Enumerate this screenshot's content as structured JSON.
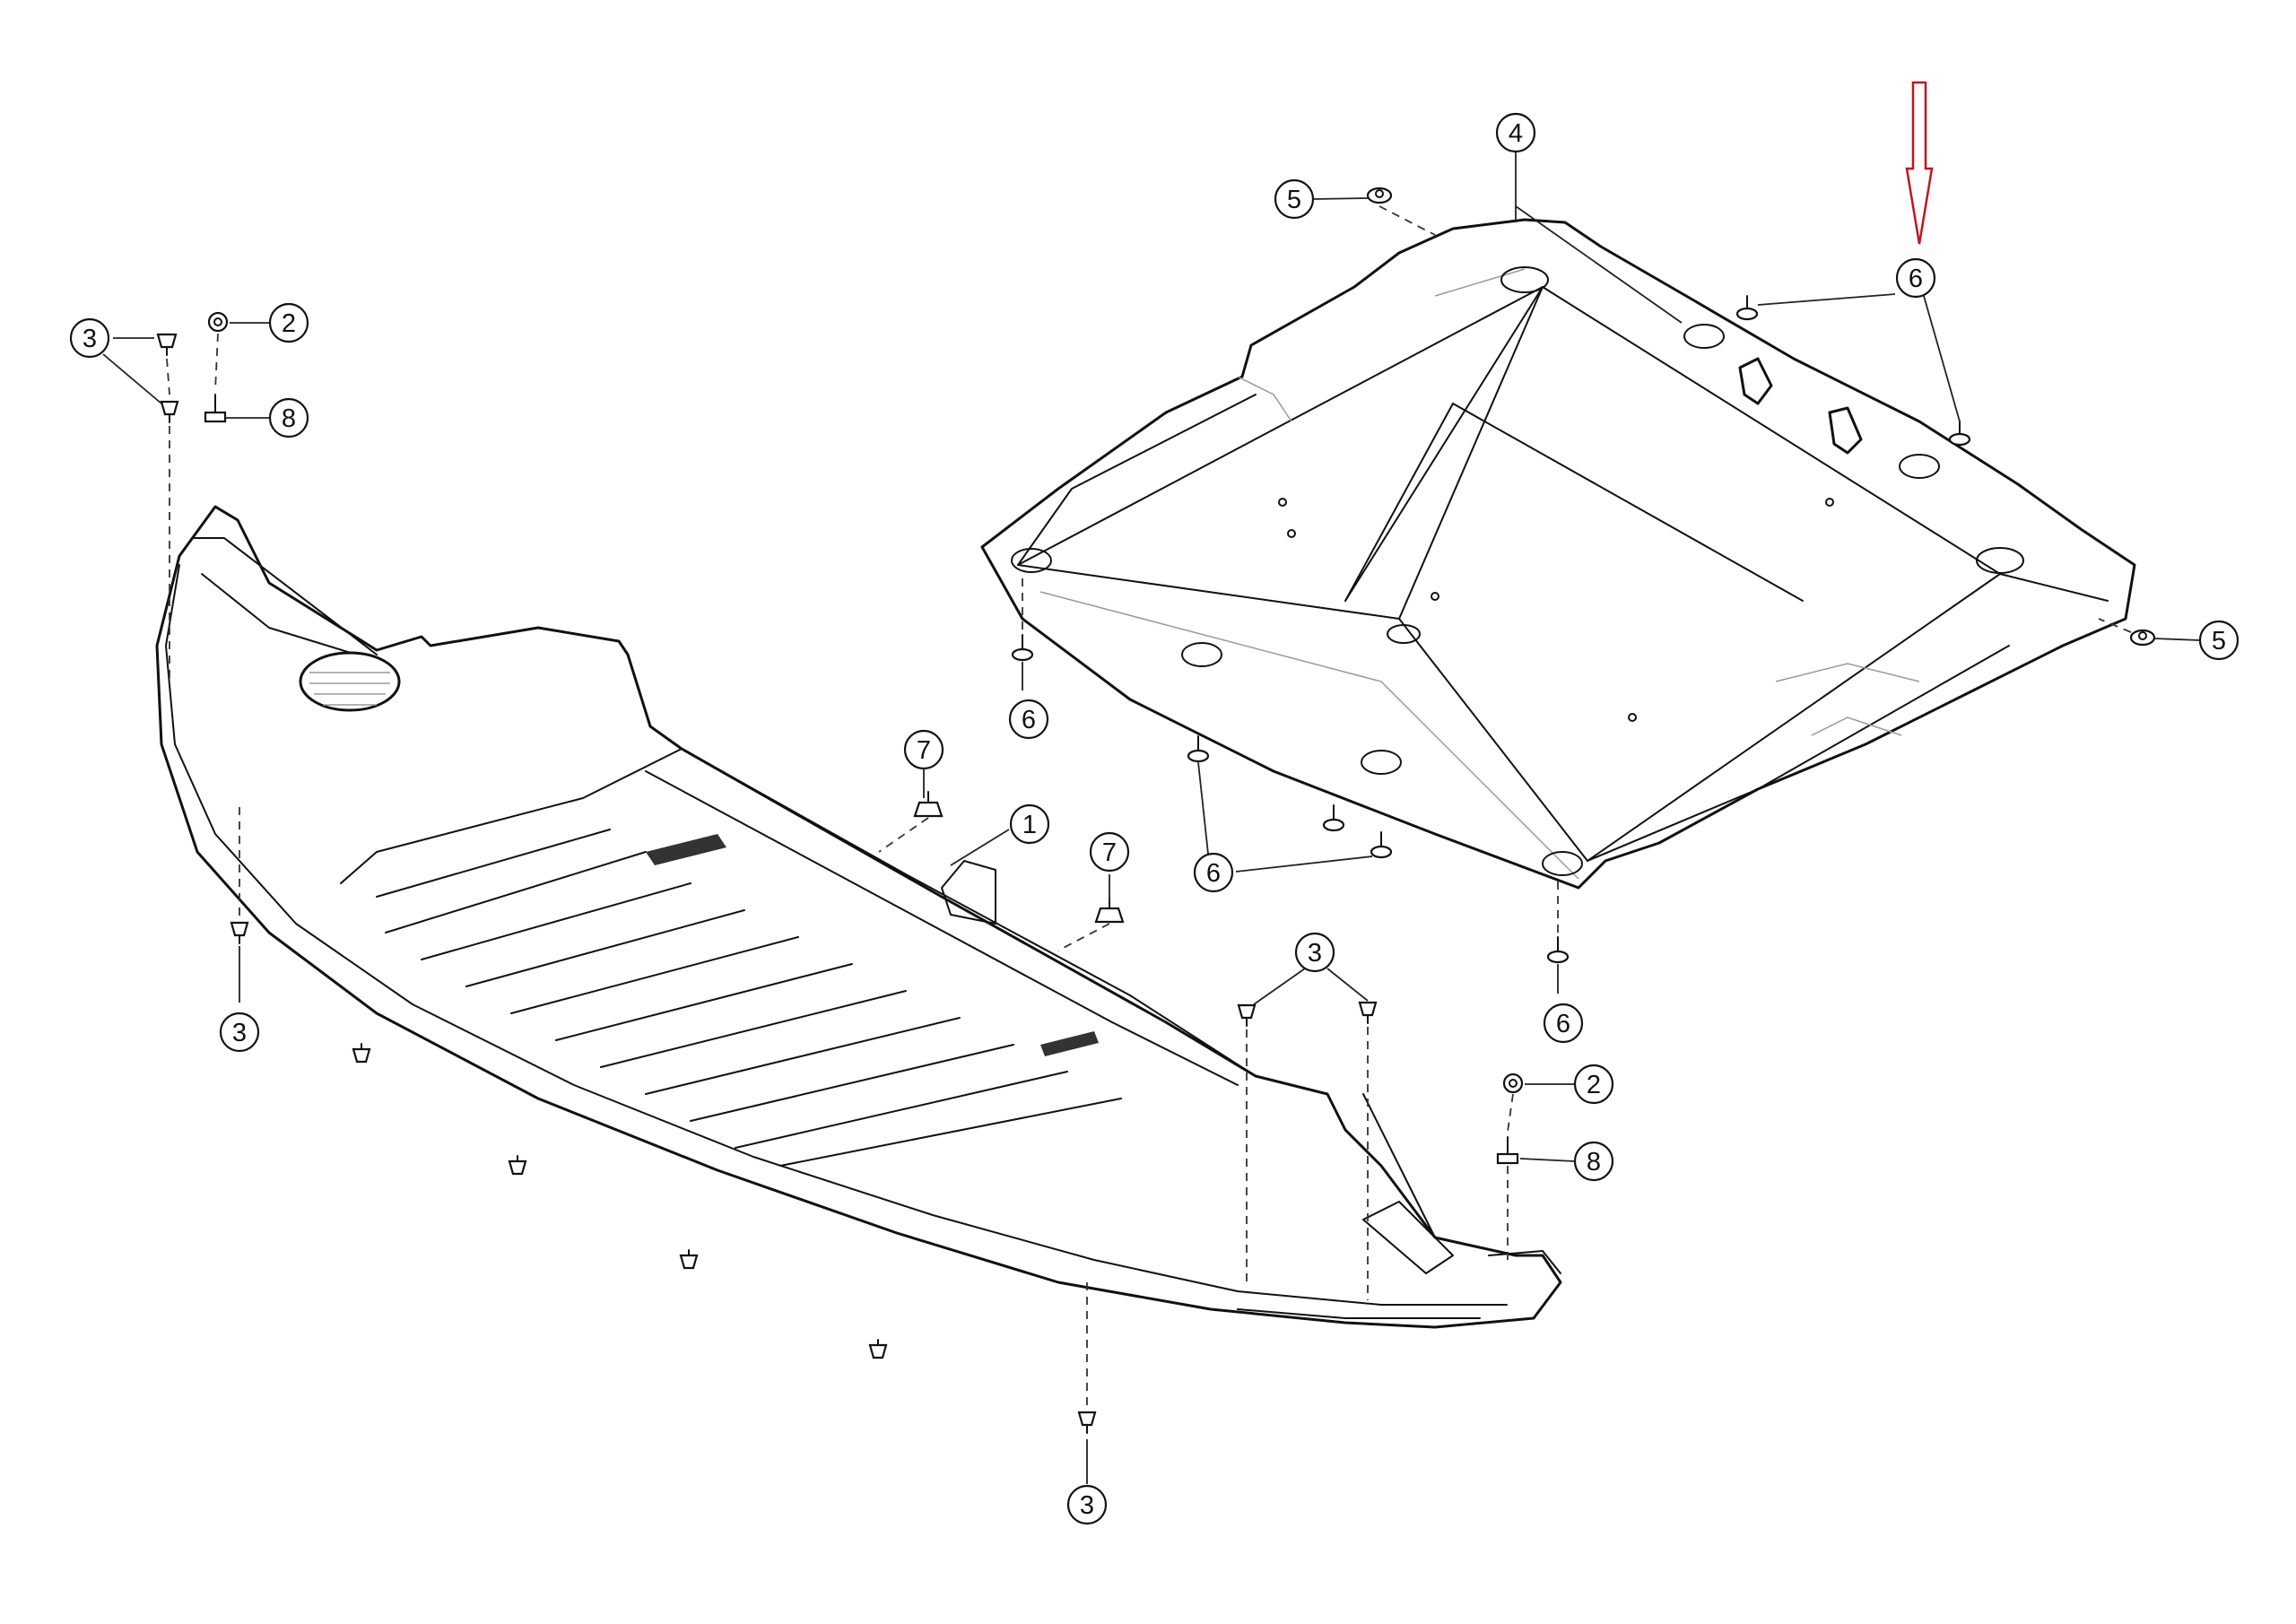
{
  "diagram": {
    "callouts": [
      {
        "label": "1"
      },
      {
        "label": "2"
      },
      {
        "label": "2"
      },
      {
        "label": "3"
      },
      {
        "label": "3"
      },
      {
        "label": "3"
      },
      {
        "label": "3"
      },
      {
        "label": "4"
      },
      {
        "label": "5"
      },
      {
        "label": "5"
      },
      {
        "label": "6"
      },
      {
        "label": "6"
      },
      {
        "label": "6"
      },
      {
        "label": "6"
      },
      {
        "label": "7"
      },
      {
        "label": "7"
      },
      {
        "label": "8"
      },
      {
        "label": "8"
      }
    ],
    "highlight_arrow_color": "#c0161c",
    "line_color": "#111111"
  }
}
